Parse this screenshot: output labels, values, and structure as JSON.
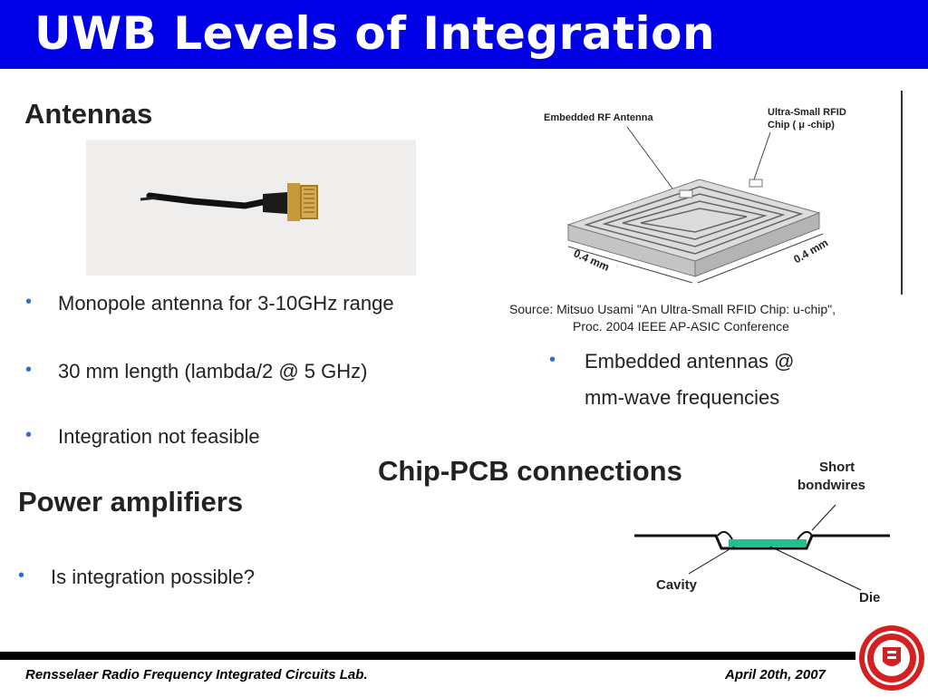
{
  "title": "UWB Levels of Integration",
  "antennas": {
    "heading": "Antennas",
    "bullets": [
      "Monopole antenna for 3-10GHz range",
      "30 mm length (lambda/2 @ 5 GHz)",
      "Integration not feasible"
    ]
  },
  "chip_figure": {
    "label_antenna": "Embedded RF Antenna",
    "label_chip_line1": "Ultra-Small RFID",
    "label_chip_line2": "Chip ( μ -chip)",
    "dim_left": "0.4 mm",
    "dim_right": "0.4 mm",
    "source_line1": "Source: Mitsuo Usami \"An Ultra-Small RFID Chip: u-chip\",",
    "source_line2": "Proc. 2004 IEEE AP-ASIC Conference"
  },
  "embedded": {
    "line1": "Embedded antennas @",
    "line2": "mm-wave frequencies"
  },
  "chip_pcb": {
    "heading": "Chip-PCB connections",
    "label_short1": "Short",
    "label_short2": "bondwires",
    "label_cavity": "Cavity",
    "label_die": "Die"
  },
  "power": {
    "heading": "Power amplifiers",
    "bullets": [
      "Is integration possible?"
    ]
  },
  "footer": {
    "left": "Rensselaer Radio Frequency Integrated Circuits Lab.",
    "right": "April  20th, 2007"
  },
  "colors": {
    "title_bar": "#0000e6",
    "bullet": "#2b6fd6",
    "die": "#20c090",
    "seal": "#d32020"
  },
  "icons": {
    "seal": "rensselaer-seal-icon"
  }
}
